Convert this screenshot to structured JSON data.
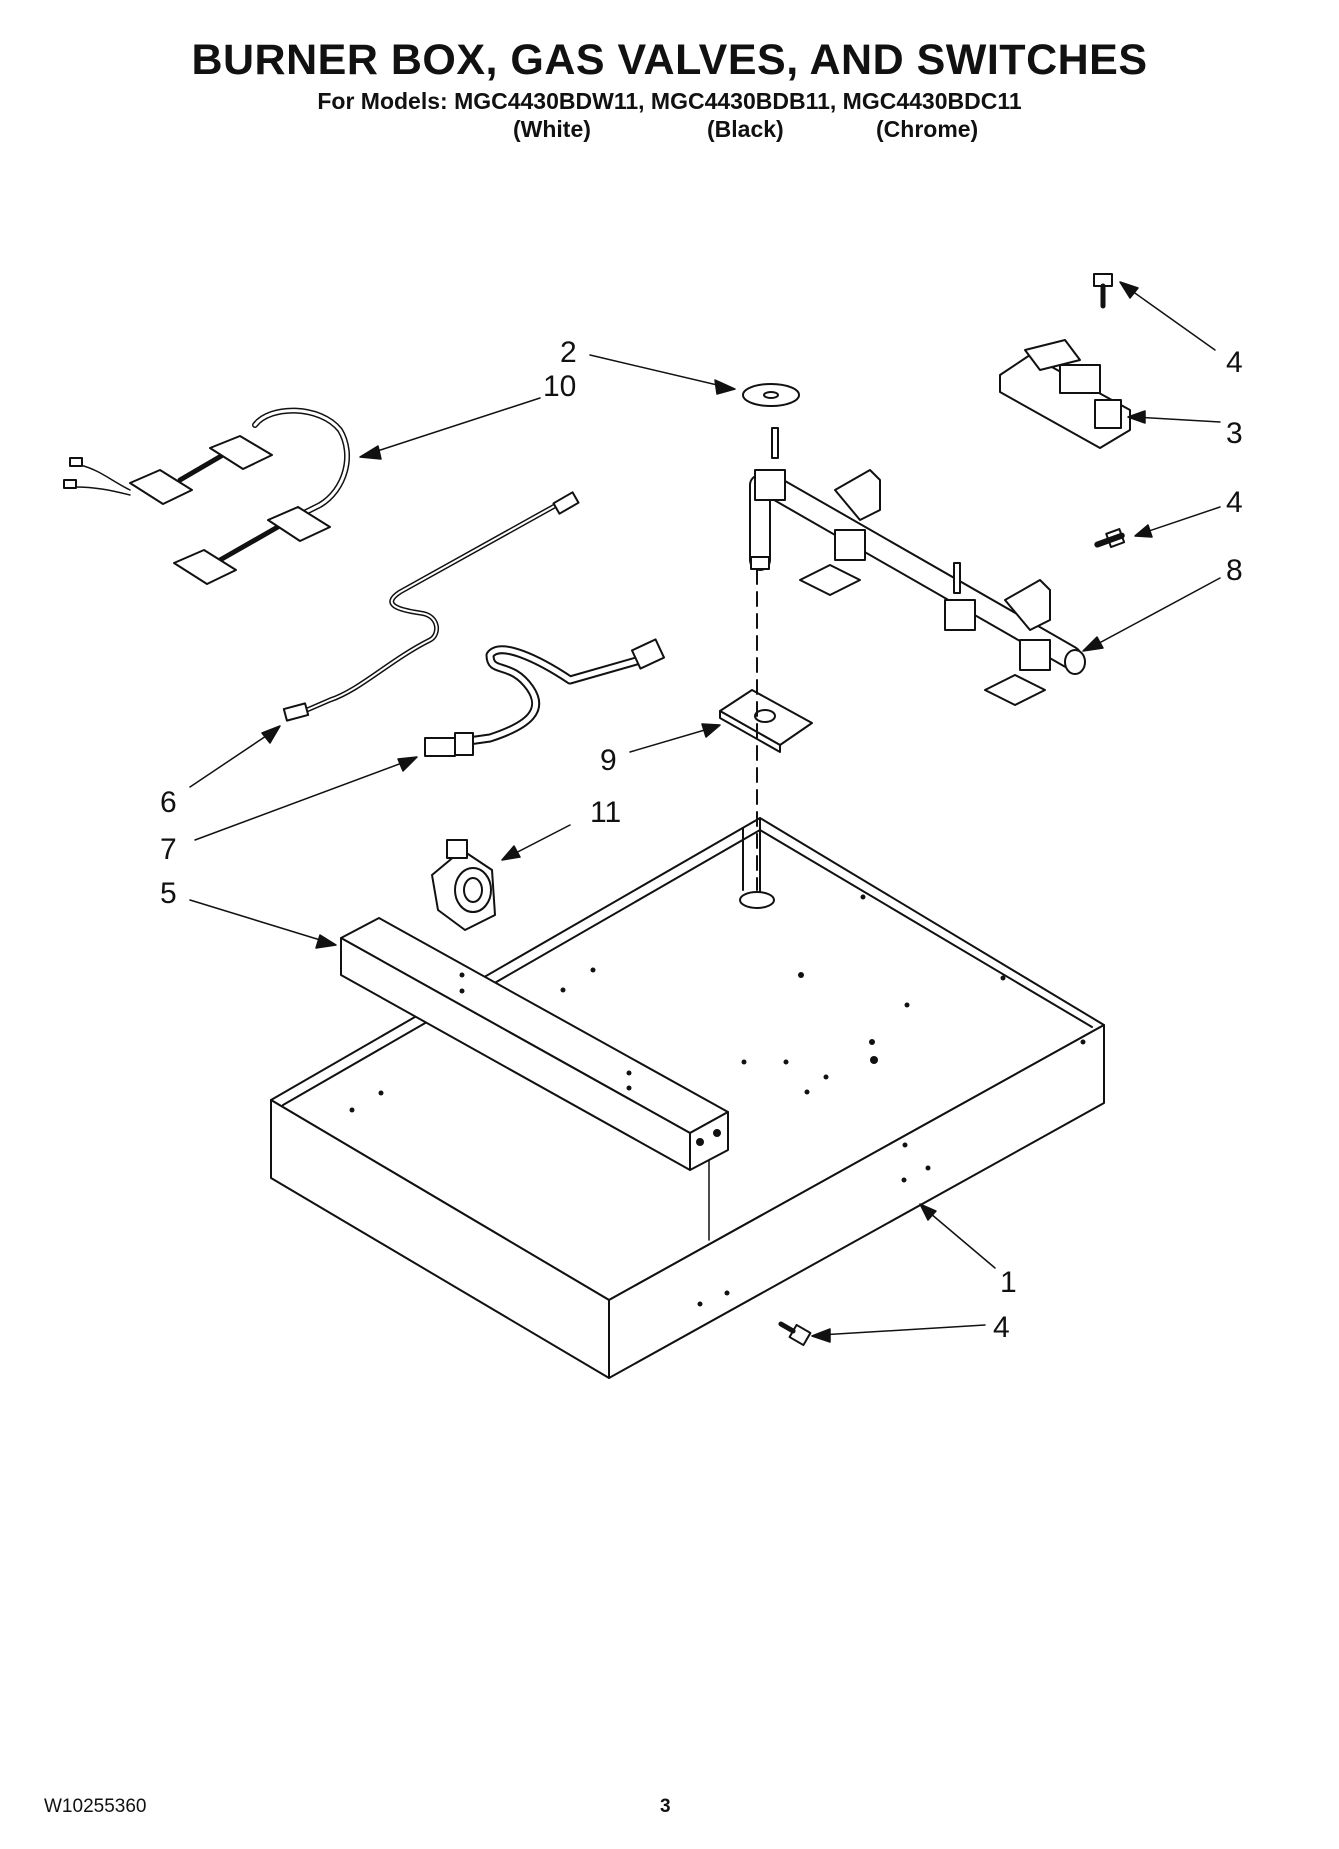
{
  "header": {
    "title": "BURNER BOX, GAS VALVES, AND SWITCHES",
    "models_line": "For Models: MGC4430BDW11, MGC4430BDB11, MGC4430BDC11",
    "variants": [
      "(White)",
      "(Black)",
      "(Chrome)"
    ]
  },
  "callouts": [
    "2",
    "10",
    "4",
    "3",
    "4",
    "8",
    "9",
    "6",
    "7",
    "11",
    "5",
    "1",
    "4"
  ],
  "footer": {
    "doc_number": "W10255360",
    "page_number": "3"
  }
}
